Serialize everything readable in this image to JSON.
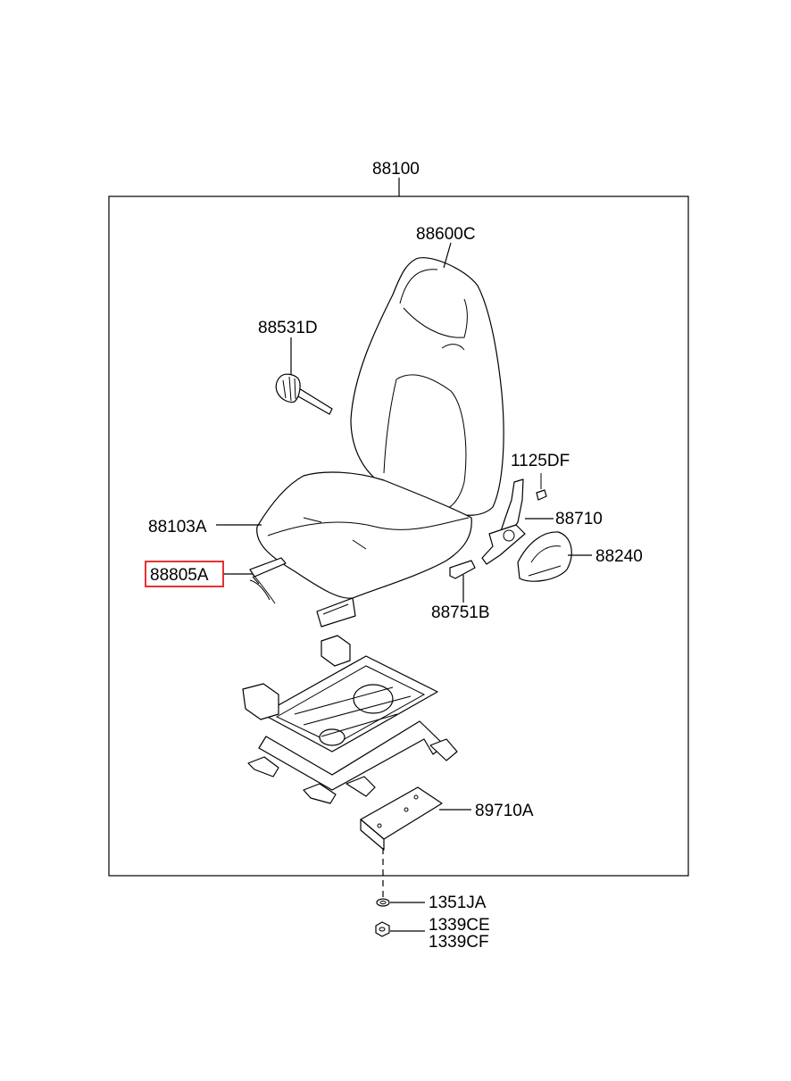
{
  "diagram": {
    "colors": {
      "line": "#000000",
      "highlight": "#e31b1b",
      "background": "#ffffff"
    },
    "labels": {
      "assembly": "88100",
      "back": "88600C",
      "headrest_knob": "88531D",
      "cushion": "88103A",
      "highlighted": "88805A",
      "bolt": "1125DF",
      "recliner": "88710",
      "recliner_cover": "88240",
      "lever_cover": "88751B",
      "bracket": "89710A",
      "washer": "1351JA",
      "nut_a": "1339CE",
      "nut_b": "1339CF"
    }
  }
}
